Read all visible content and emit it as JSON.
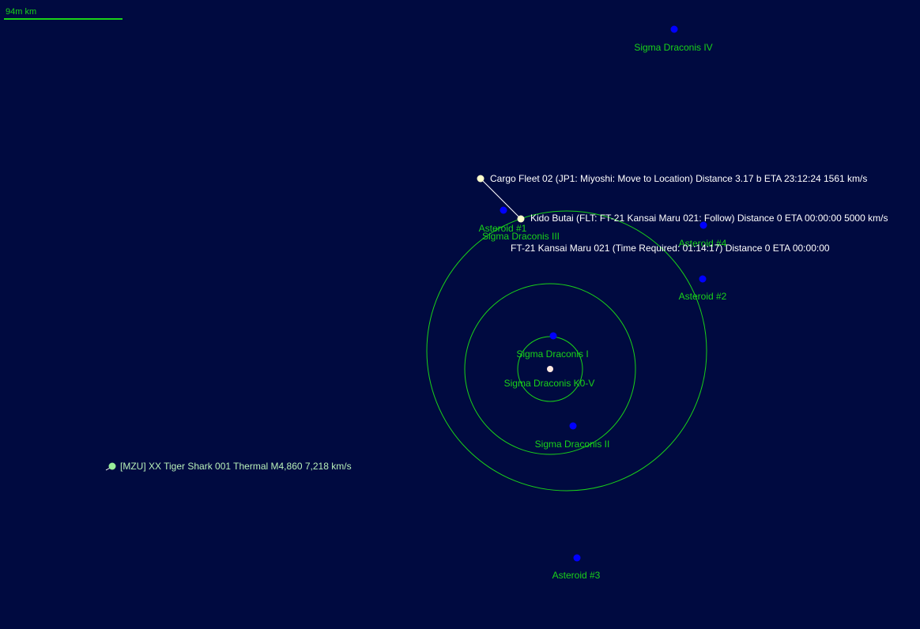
{
  "scale_bar": {
    "label": "94m km"
  },
  "system": {
    "star": {
      "label": "Sigma Draconis K0-V"
    },
    "planets": [
      {
        "label": "Sigma Draconis I"
      },
      {
        "label": "Sigma Draconis II"
      },
      {
        "label": "Sigma Draconis III"
      },
      {
        "label": "Sigma Draconis IV"
      }
    ],
    "asteroids": [
      {
        "label": "Asteroid #1"
      },
      {
        "label": "Asteroid #2"
      },
      {
        "label": "Asteroid #3"
      },
      {
        "label": "Asteroid #4"
      }
    ]
  },
  "fleets": {
    "cargo": {
      "text": "Cargo Fleet 02  (JP1: Miyoshi: Move to Location)   Distance 3.17 b   ETA 23:12:24   1561 km/s"
    },
    "kido": {
      "text": "Kido Butai  (FLT: FT-21 Kansai Maru 021: Follow)   Distance 0   ETA 00:00:00   5000 km/s"
    },
    "ft21": {
      "text": "FT-21 Kansai Maru 021  (Time Required: 01:14:17)   Distance 0   ETA 00:00:00"
    }
  },
  "contacts": [
    {
      "text": "[MZU]  XX Tiger Shark 001   Thermal M4,860   7,218 km/s"
    }
  ],
  "colors": {
    "background": "#000a40",
    "orbit": "#19d219",
    "body_label": "#19d219",
    "planet": "#0000ff",
    "star": "#ffe8e0",
    "fleet": "#ffffcc",
    "contact": "#99ee99"
  }
}
